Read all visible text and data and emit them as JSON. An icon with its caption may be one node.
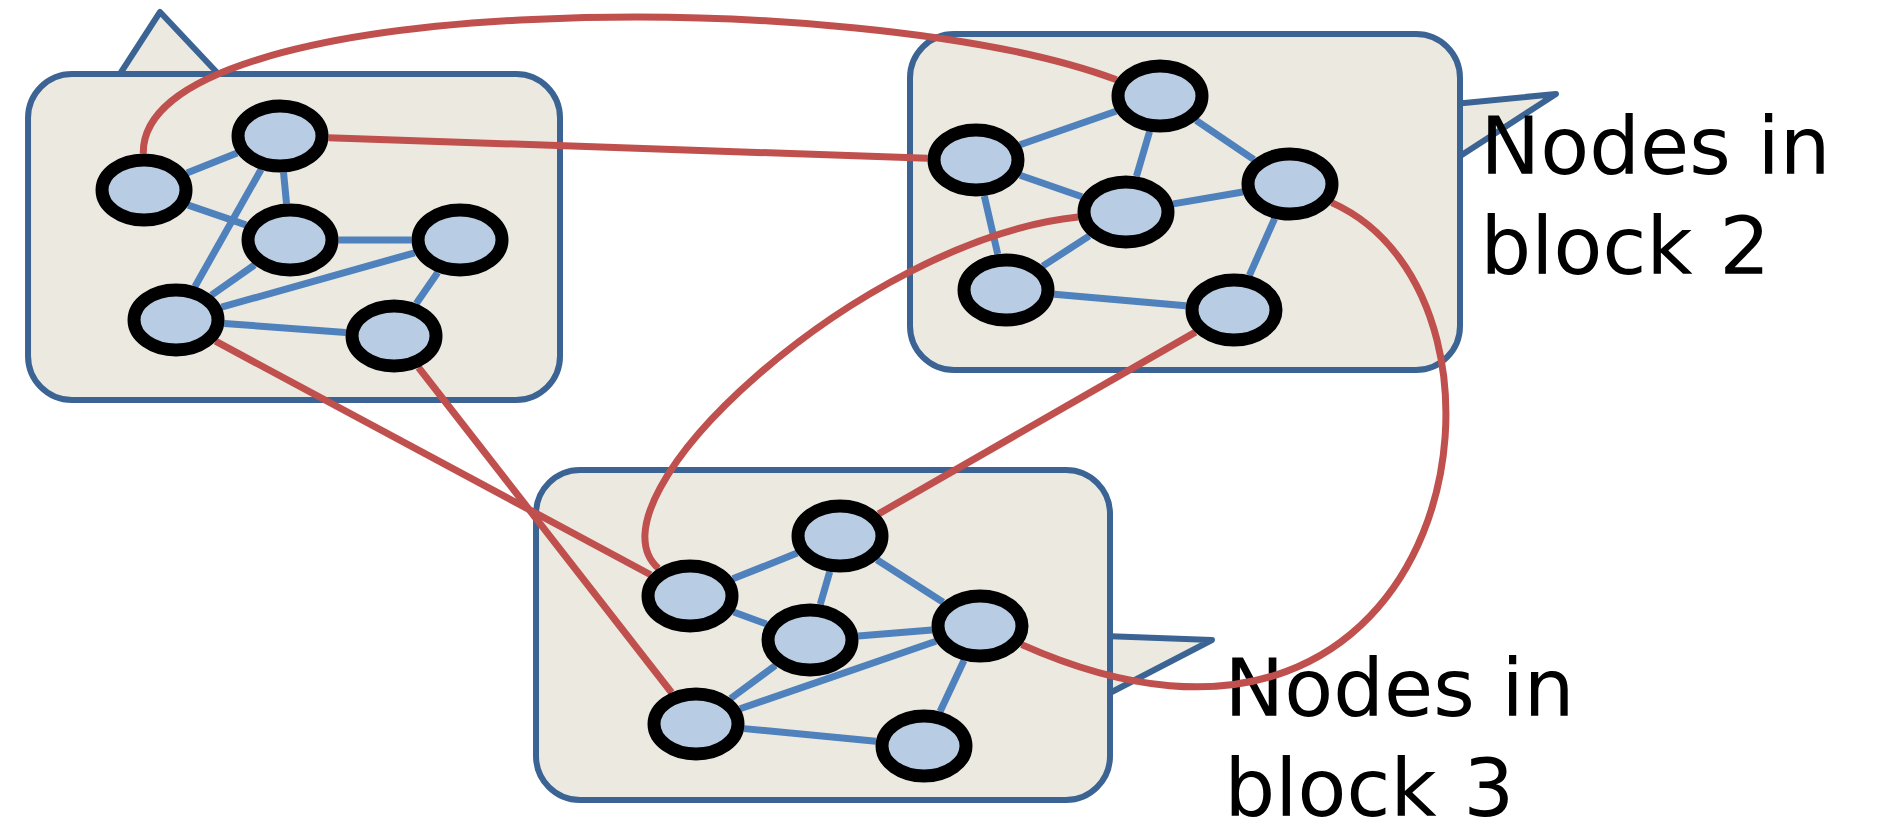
{
  "diagram": {
    "nodes": [
      {
        "text": [],
        "shape": "box"
      },
      {
        "text": [],
        "shape": "circle",
        "in": 0
      },
      {
        "text": [],
        "shape": "circle",
        "in": 0
      },
      {
        "text": [],
        "shape": "circle",
        "in": 0
      },
      {
        "text": [],
        "shape": "circle",
        "in": 0
      },
      {
        "text": [],
        "shape": "circle",
        "in": 0
      },
      {
        "text": [],
        "shape": "circle",
        "in": 0
      },
      {
        "text": [
          "Nodes in block 2"
        ]
      },
      {
        "text": [],
        "shape": "circle",
        "in": 7
      },
      {
        "text": [],
        "shape": "circle",
        "in": 7
      },
      {
        "text": [],
        "shape": "circle",
        "in": 7
      },
      {
        "text": [],
        "shape": "circle",
        "in": 7
      },
      {
        "text": [],
        "shape": "circle",
        "in": 7
      },
      {
        "text": [],
        "shape": "circle",
        "in": 7
      },
      {
        "text": [
          "Nodes in block 3"
        ]
      },
      {
        "text": [],
        "shape": "circle",
        "in": 14
      },
      {
        "text": [],
        "shape": "circle",
        "in": 14
      },
      {
        "text": [],
        "shape": "circle",
        "in": 14
      },
      {
        "text": [],
        "shape": "circle",
        "in": 14
      },
      {
        "text": [],
        "shape": "circle",
        "in": 14
      },
      {
        "text": [],
        "shape": "circle",
        "in": 14
      }
    ],
    "edges": [
      {
        "from": 1,
        "to": 2,
        "arrow": "none"
      },
      {
        "from": 1,
        "to": 3,
        "arrow": "none"
      },
      {
        "from": 2,
        "to": 3,
        "arrow": "none"
      },
      {
        "from": 2,
        "to": 5,
        "arrow": "none"
      },
      {
        "from": 3,
        "to": 5,
        "arrow": "none"
      },
      {
        "from": 3,
        "to": 4,
        "arrow": "none"
      },
      {
        "from": 4,
        "to": 5,
        "arrow": "none"
      },
      {
        "from": 5,
        "to": 6,
        "arrow": "none"
      },
      {
        "from": 4,
        "to": 6,
        "arrow": "none"
      },
      {
        "from": 9,
        "to": 8,
        "arrow": "none"
      },
      {
        "from": 8,
        "to": 10,
        "arrow": "none"
      },
      {
        "from": 8,
        "to": 11,
        "arrow": "none"
      },
      {
        "from": 9,
        "to": 10,
        "arrow": "none"
      },
      {
        "from": 9,
        "to": 12,
        "arrow": "none"
      },
      {
        "from": 10,
        "to": 11,
        "arrow": "none"
      },
      {
        "from": 10,
        "to": 12,
        "arrow": "none"
      },
      {
        "from": 12,
        "to": 13,
        "arrow": "none"
      },
      {
        "from": 11,
        "to": 13,
        "arrow": "none"
      },
      {
        "from": 15,
        "to": 16,
        "arrow": "none"
      },
      {
        "from": 15,
        "to": 17,
        "arrow": "none"
      },
      {
        "from": 16,
        "to": 17,
        "arrow": "none"
      },
      {
        "from": 16,
        "to": 18,
        "arrow": "none"
      },
      {
        "from": 17,
        "to": 18,
        "arrow": "none"
      },
      {
        "from": 19,
        "to": 17,
        "arrow": "none"
      },
      {
        "from": 19,
        "to": 18,
        "arrow": "none"
      },
      {
        "from": 19,
        "to": 20,
        "arrow": "none"
      },
      {
        "from": 18,
        "to": 20,
        "arrow": "none"
      },
      {
        "from": 1,
        "to": 8,
        "arrow": "none",
        "color": "#c0504d"
      },
      {
        "from": 2,
        "to": 9,
        "arrow": "none",
        "color": "#c0504d"
      },
      {
        "from": 5,
        "to": 15,
        "arrow": "none",
        "color": "#c0504d"
      },
      {
        "from": 6,
        "to": 19,
        "arrow": "none",
        "color": "#c0504d"
      },
      {
        "from": 10,
        "to": 15,
        "arrow": "none",
        "color": "#c0504d"
      },
      {
        "from": 13,
        "to": 16,
        "arrow": "none",
        "color": "#c0504d"
      },
      {
        "from": 11,
        "to": 18,
        "arrow": "none",
        "color": "#c0504d"
      }
    ]
  }
}
